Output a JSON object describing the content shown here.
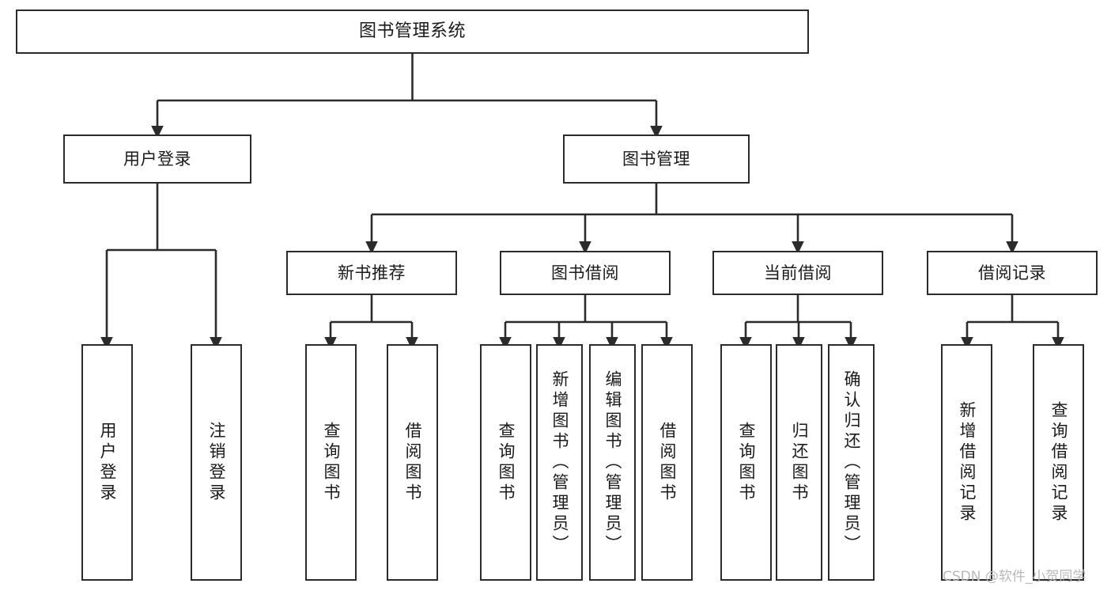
{
  "diagram": {
    "title": "图书管理系统",
    "type": "tree-hierarchy",
    "watermark": "CSDN @软件_小贺同学",
    "colors": {
      "box_border": "#2b2b2b",
      "box_fill": "#ffffff",
      "connector": "#2b2b2b",
      "text": "#1a1a1a",
      "watermark": "#b9b9b9",
      "background": "#ffffff"
    },
    "root": {
      "id": "root",
      "label": "图书管理系统"
    },
    "level2": [
      {
        "id": "l2-0",
        "label": "用户登录"
      },
      {
        "id": "l2-1",
        "label": "图书管理"
      }
    ],
    "level3": [
      {
        "id": "l3-0",
        "label": "新书推荐"
      },
      {
        "id": "l3-1",
        "label": "图书借阅"
      },
      {
        "id": "l3-2",
        "label": "当前借阅"
      },
      {
        "id": "l3-3",
        "label": "借阅记录"
      }
    ],
    "leaves": [
      {
        "id": "leaf-0",
        "parent": "用户登录",
        "label": "用户登录"
      },
      {
        "id": "leaf-1",
        "parent": "用户登录",
        "label": "注销登录"
      },
      {
        "id": "leaf-2",
        "parent": "新书推荐",
        "label": "查询图书"
      },
      {
        "id": "leaf-3",
        "parent": "新书推荐",
        "label": "借阅图书"
      },
      {
        "id": "leaf-4",
        "parent": "图书借阅",
        "label": "查询图书"
      },
      {
        "id": "leaf-5",
        "parent": "图书借阅",
        "label": "新增图书（管理员）"
      },
      {
        "id": "leaf-6",
        "parent": "图书借阅",
        "label": "编辑图书（管理员）"
      },
      {
        "id": "leaf-7",
        "parent": "图书借阅",
        "label": "借阅图书"
      },
      {
        "id": "leaf-8",
        "parent": "当前借阅",
        "label": "查询图书"
      },
      {
        "id": "leaf-9",
        "parent": "当前借阅",
        "label": "归还图书"
      },
      {
        "id": "leaf-10",
        "parent": "当前借阅",
        "label": "确认归还（管理员）"
      },
      {
        "id": "leaf-11",
        "parent": "借阅记录",
        "label": "新增借阅记录"
      },
      {
        "id": "leaf-12",
        "parent": "借阅记录",
        "label": "查询借阅记录"
      }
    ]
  }
}
